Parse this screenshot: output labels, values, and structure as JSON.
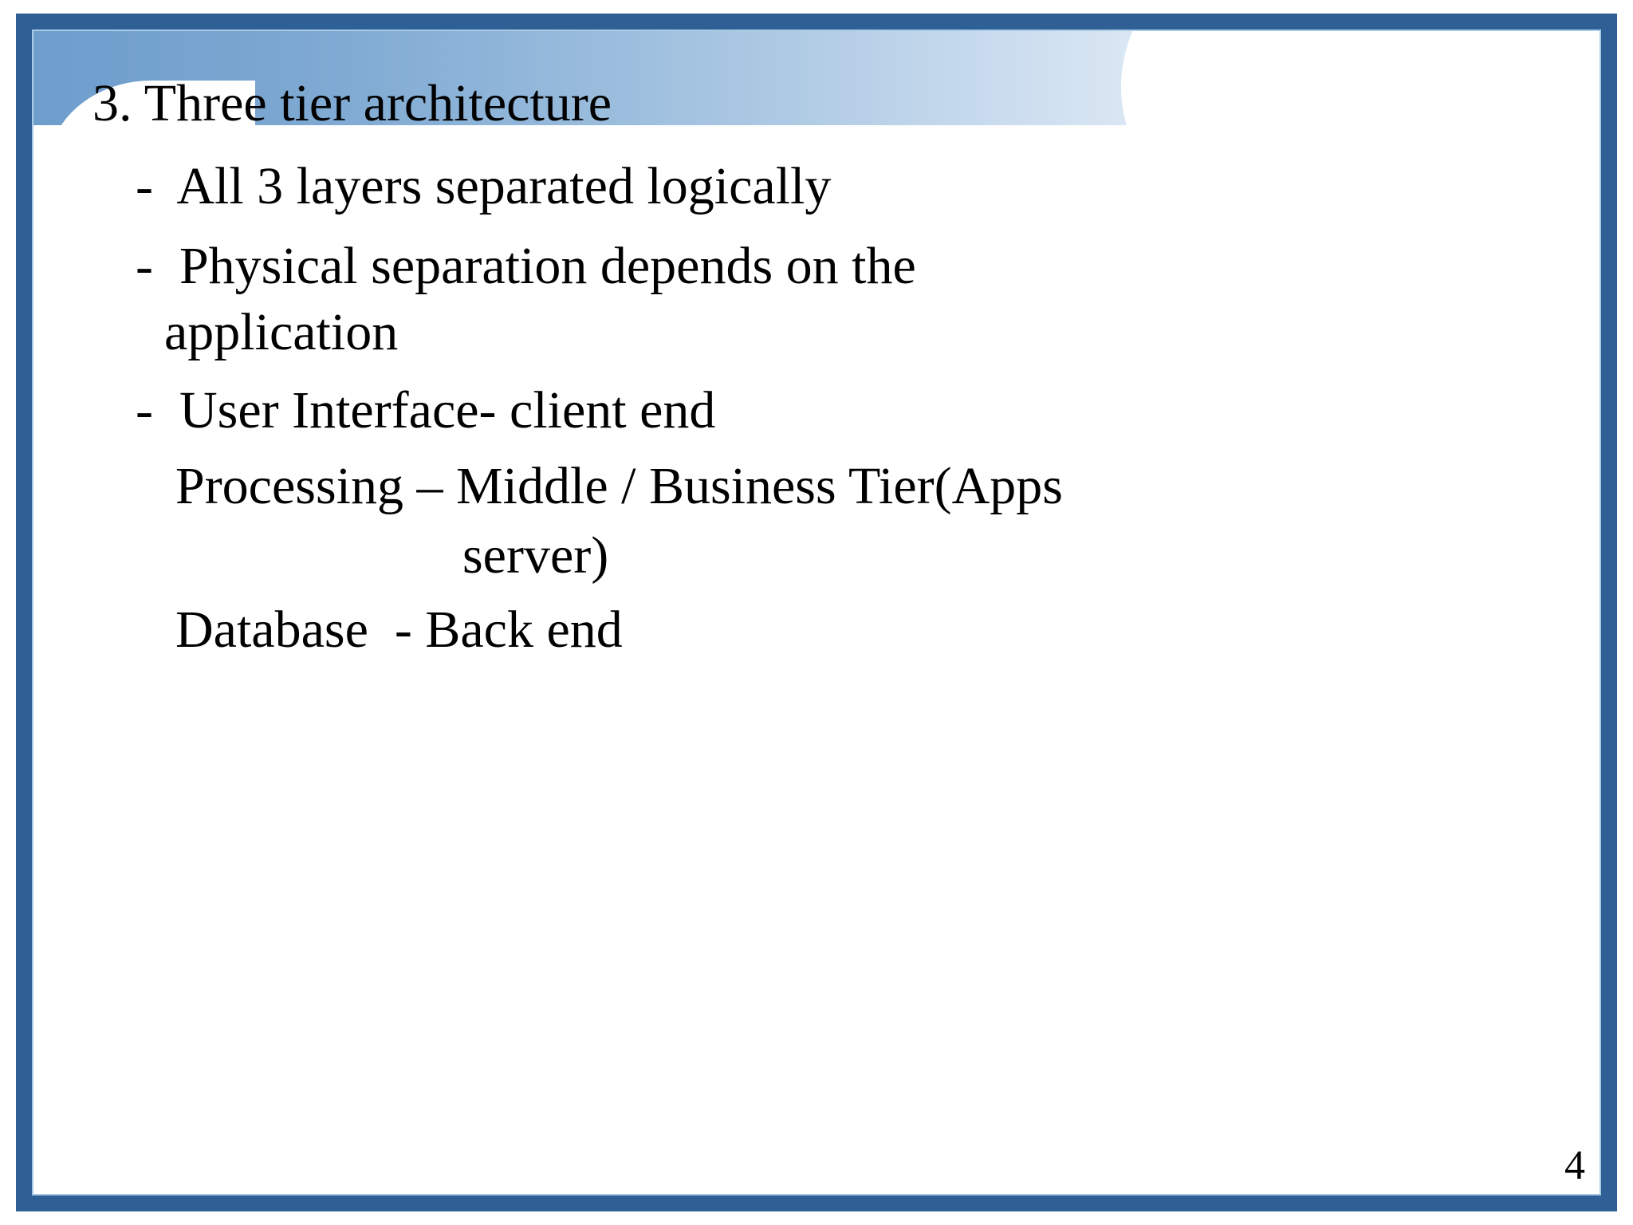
{
  "slide": {
    "number": "4",
    "title": "3. Three tier architecture",
    "body_lines": [
      "-  All 3 layers separated logically",
      "-  Physical separation depends on the",
      "application",
      "-  User Interface- client end",
      "Processing – Middle / Business Tier(Apps",
      "server)",
      "Database  - Back end"
    ],
    "lines": {
      "all3": "-  All 3 layers separated logically",
      "physical": "-  Physical separation depends on the",
      "application": "application",
      "user_interface": "-  User Interface- client end",
      "processing": "Processing – Middle / Business Tier(Apps",
      "server": "server)",
      "database": "Database  - Back end"
    }
  },
  "theme": {
    "border_color": "#2E6096",
    "inner_line_color": "#A9CBE5",
    "band_start_color": "#6F9ECD",
    "band_end_color": "#FFFFFF",
    "text_color": "#000000",
    "background_color": "#FFFFFF"
  }
}
